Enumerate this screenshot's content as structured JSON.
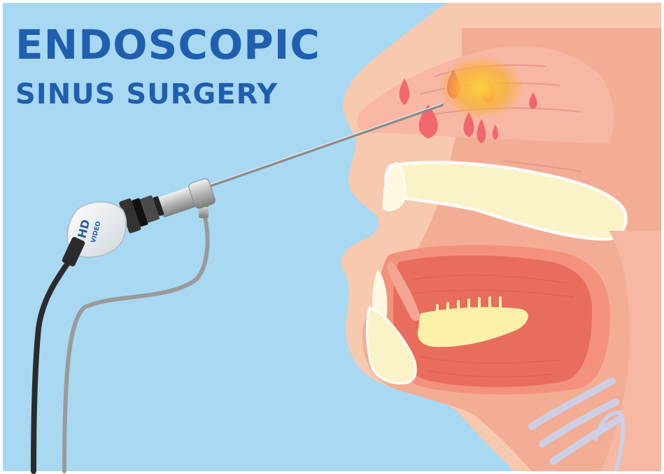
{
  "title": {
    "line1": "ENDOSCOPIC",
    "line2": "SINUS SURGERY"
  },
  "camera_badge": {
    "top": "HD",
    "bottom": "VIDEO"
  },
  "colors": {
    "background": "#a8d8f2",
    "title": "#1f5fae",
    "skin": "#f7bfa4",
    "tissue": "#f29a8c",
    "mouth": "#e8705f",
    "bone": "#fbf3c8",
    "inflammation": "#f6a623",
    "cable_dark": "#2b2b2b",
    "cable_light": "#9a9a9a"
  },
  "icons": [
    "hd-video-camera-head",
    "endoscope-shaft",
    "light-cable",
    "video-cable"
  ]
}
